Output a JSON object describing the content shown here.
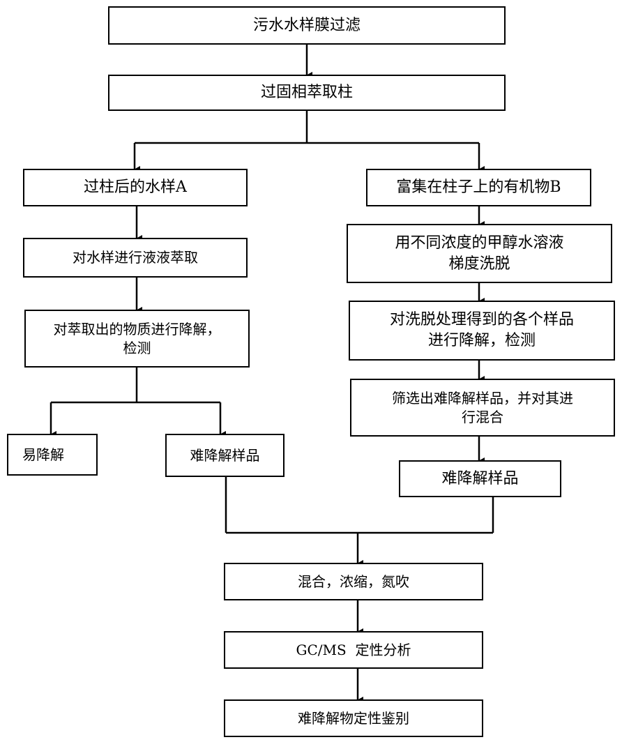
{
  "flowchart": {
    "nodes": {
      "membrane_filtration": "污水水样膜过滤",
      "spe_column": "过固相萃取柱",
      "water_sample_a": "过柱后的水样A",
      "organics_b": "富集在柱子上的有机物B",
      "lle": "对水样进行液液萃取",
      "degrade_extract": "对萃取出的物质进行降解，\n检测",
      "methanol_elution": "用不同浓度的甲醇水溶液\n梯度洗脱",
      "degrade_eluate": "对洗脱处理得到的各个样品\n进行降解，检测",
      "easy_degrade": "易降解",
      "hard_sample_left": "难降解样品",
      "screen_mix": "筛选出难降解样品，并对其进\n行混合",
      "hard_sample_right": "难降解样品",
      "mix_concentrate": "混合，浓缩，氮吹",
      "gcms": "GC/MS  定性分析",
      "identify": "难降解物定性鉴别"
    }
  }
}
